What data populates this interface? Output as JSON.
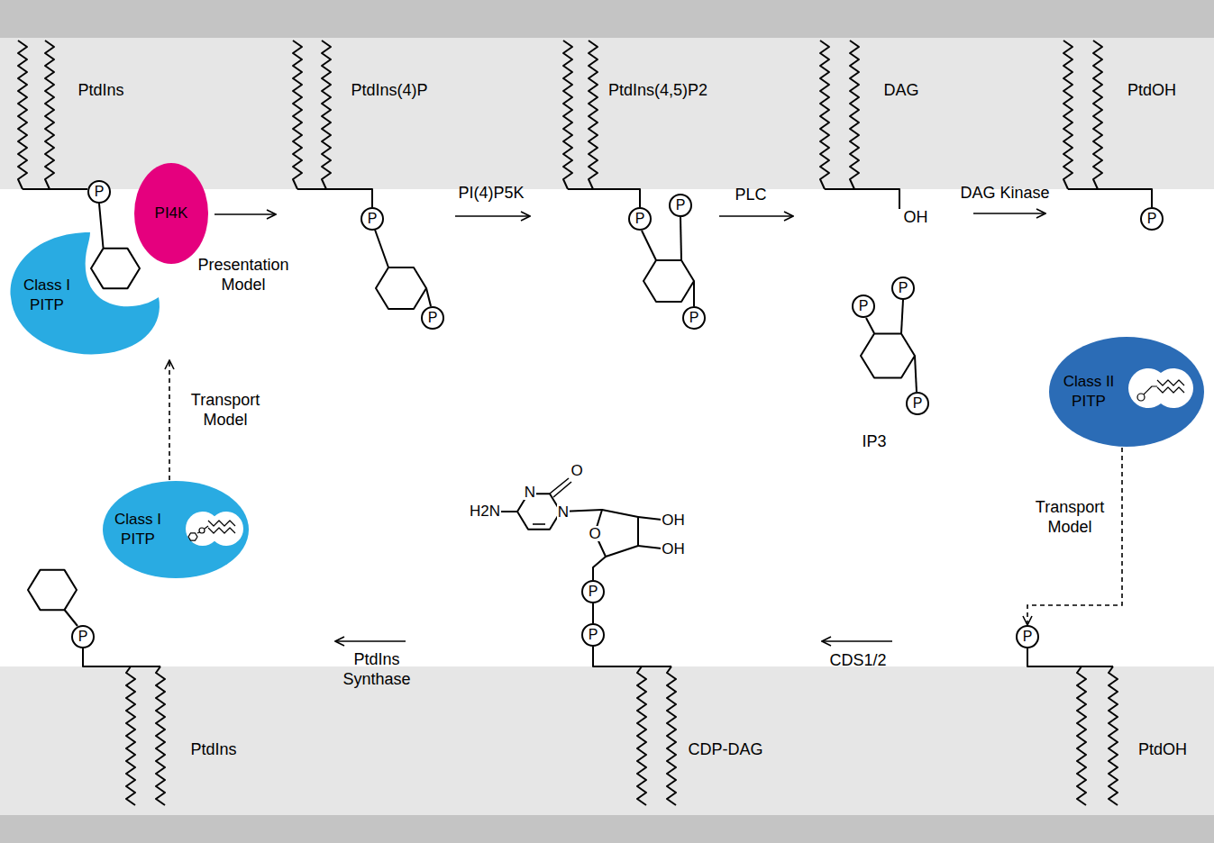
{
  "diagram": {
    "nodes": [
      {
        "text": [
          "P"
        ]
      },
      {
        "text": [
          "PI4K"
        ]
      },
      {
        "text": [
          "Class I PITP"
        ]
      },
      {
        "text": [
          "P"
        ]
      },
      {
        "text": [
          "P"
        ]
      },
      {
        "text": [
          "P"
        ]
      },
      {
        "text": [
          "P"
        ]
      },
      {
        "text": [
          "P"
        ]
      },
      {
        "text": [
          "P"
        ]
      },
      {
        "text": [
          "P"
        ]
      },
      {
        "text": [
          "P"
        ]
      },
      {
        "text": [
          "P"
        ]
      },
      {
        "text": [
          "Class II PITP"
        ]
      },
      {
        "text": [
          "Class I PITP"
        ]
      },
      {
        "text": [
          "P"
        ]
      },
      {
        "text": [
          "P"
        ]
      },
      {
        "text": [
          "P"
        ]
      },
      {
        "text": [
          "P"
        ]
      }
    ],
    "edges": [
      {
        "from": 13,
        "to": 2,
        "arrow": "to",
        "label": "Transport Model"
      },
      {
        "from": 12,
        "to": 17,
        "arrow": "to",
        "label": "Transport Model"
      }
    ],
    "labels": [
      "PtdIns",
      "PtdIns(4)P",
      "PtdIns(4,5)P2",
      "DAG",
      "PtdOH",
      "Presentation Model",
      "PI(4)P5K",
      "PLC",
      "DAG Kinase",
      "OH",
      "IP3",
      "H2N",
      "N",
      "O",
      "N",
      "O",
      "OH",
      "OH",
      "PtdIns Synthase",
      "CDS1/2",
      "PtdIns",
      "CDP-DAG",
      "PtdOH"
    ]
  }
}
